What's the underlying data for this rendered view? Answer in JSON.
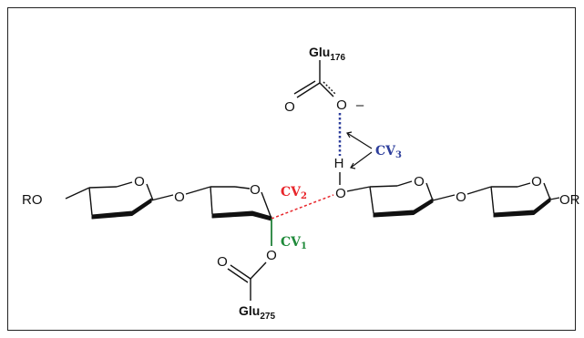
{
  "atoms": {
    "ro_left": "RO",
    "or_right": "OR",
    "oxygen": "O",
    "hydrogen": "H",
    "minus": "–"
  },
  "glu_top": {
    "base": "Glu",
    "sub": "176"
  },
  "glu_bottom": {
    "base": "Glu",
    "sub": "275"
  },
  "cv1": {
    "base": "CV",
    "sub": "1",
    "color": "#1f8a3a"
  },
  "cv2": {
    "base": "CV",
    "sub": "2",
    "color": "#e8262b"
  },
  "cv3": {
    "base": "CV",
    "sub": "3",
    "color": "#2e3f9c"
  },
  "colors": {
    "bond": "#111111",
    "frame": "#222222",
    "hbond": "#2e3f9c",
    "forming_bond": "#e8262b",
    "breaking_bond": "#1f8a3a"
  }
}
